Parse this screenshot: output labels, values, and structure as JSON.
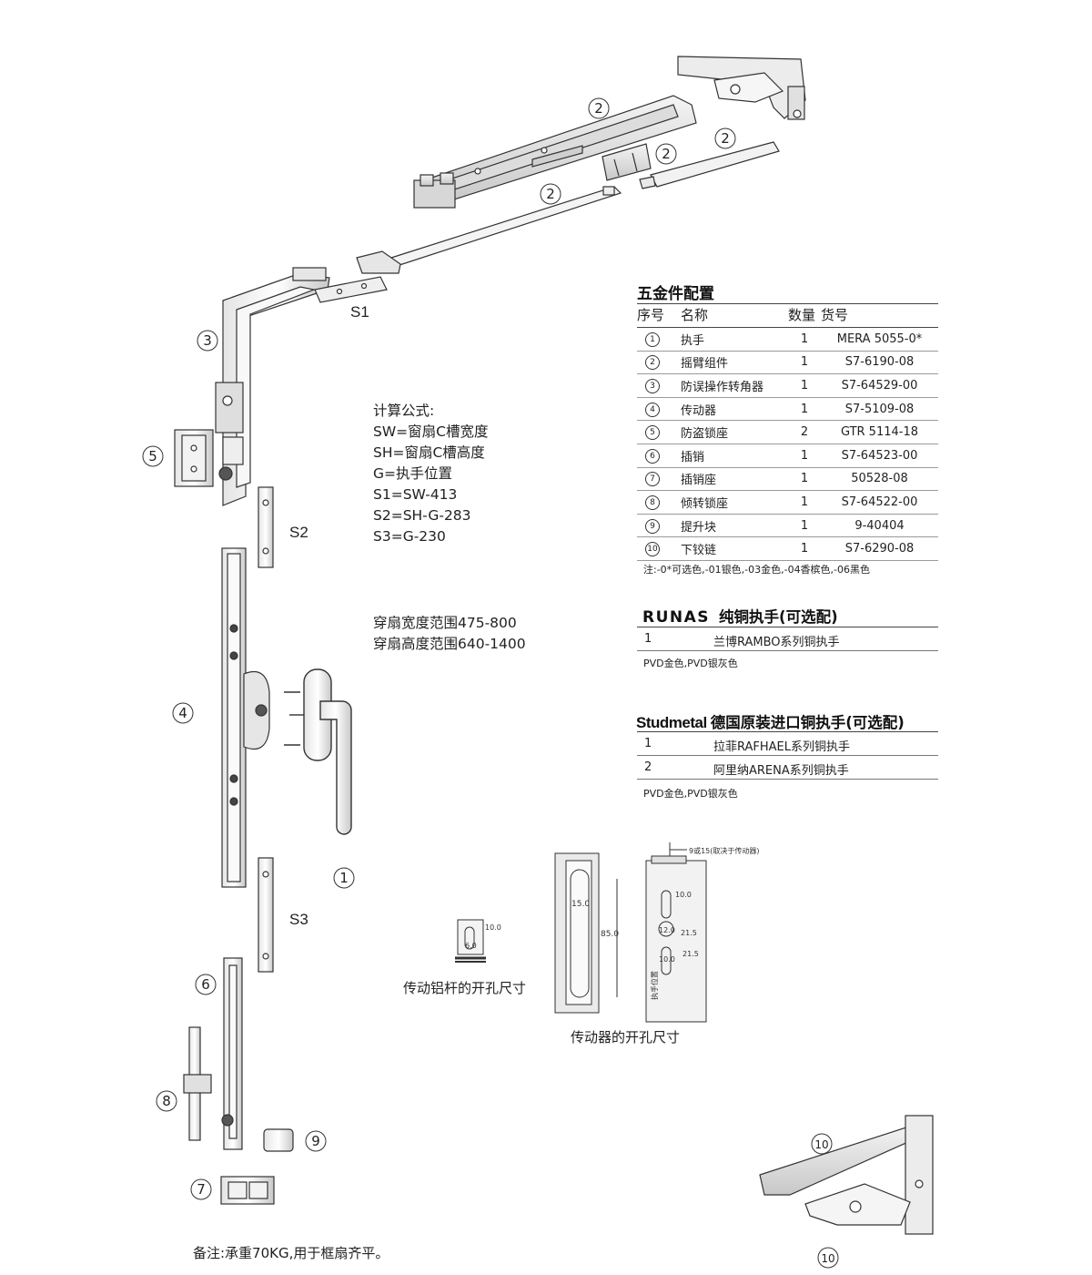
{
  "callouts": {
    "c1": "1",
    "c2": "2",
    "c3": "3",
    "c4": "4",
    "c5": "5",
    "c6": "6",
    "c7": "7",
    "c8": "8",
    "c9": "9",
    "c10": "10"
  },
  "labels": {
    "s1": "S1",
    "s2": "S2",
    "s3": "S3"
  },
  "formula": {
    "title": "计算公式:",
    "lines": [
      "SW=窗扇C槽宽度",
      "SH=窗扇C槽高度",
      "G=执手位置",
      "S1=SW-413",
      "S2=SH-G-283",
      "S3=G-230"
    ]
  },
  "range": {
    "width": "穿扇宽度范围475-800",
    "height": "穿扇高度范围640-1400"
  },
  "hardware_table": {
    "title": "五金件配置",
    "headers": {
      "index": "序号",
      "name": "名称",
      "qty": "数量",
      "code": "货号"
    },
    "rows": [
      {
        "index": "1",
        "name": "执手",
        "qty": "1",
        "code": "MERA 5055-0*"
      },
      {
        "index": "2",
        "name": "摇臂组件",
        "qty": "1",
        "code": "S7-6190-08"
      },
      {
        "index": "3",
        "name": "防误操作转角器",
        "qty": "1",
        "code": "S7-64529-00"
      },
      {
        "index": "4",
        "name": "传动器",
        "qty": "1",
        "code": "S7-5109-08"
      },
      {
        "index": "5",
        "name": "防盗锁座",
        "qty": "2",
        "code": "GTR 5114-18"
      },
      {
        "index": "6",
        "name": "插销",
        "qty": "1",
        "code": "S7-64523-00"
      },
      {
        "index": "7",
        "name": "插销座",
        "qty": "1",
        "code": "50528-08"
      },
      {
        "index": "8",
        "name": "倾转锁座",
        "qty": "1",
        "code": "S7-64522-00"
      },
      {
        "index": "9",
        "name": "提升块",
        "qty": "1",
        "code": "9-40404"
      },
      {
        "index": "10",
        "name": "下铰链",
        "qty": "1",
        "code": "S7-6290-08"
      }
    ],
    "note": "注:-0*可选色,-01银色,-03金色,-04香槟色,-06黑色"
  },
  "runas": {
    "brand": "RUNAS",
    "heading": "纯铜执手(可选配)",
    "items": [
      {
        "n": "1",
        "text": "兰博RAMBO系列铜执手"
      }
    ],
    "finish": "PVD金色,PVD银灰色"
  },
  "studmetal": {
    "brand_a": "Stud",
    "brand_b": "metal",
    "heading": "德国原装进口铜执手(可选配)",
    "items": [
      {
        "n": "1",
        "text": "拉菲RAFHAEL系列铜执手"
      },
      {
        "n": "2",
        "text": "阿里纳ARENA系列铜执手"
      }
    ],
    "finish": "PVD金色,PVD银灰色"
  },
  "dims": {
    "rod_w": "10.0",
    "rod_h": "6.0",
    "gear_side": "15.0",
    "gear_h": "85.0",
    "gear_top": "9或15(取决于传动器)",
    "g1": "10.0",
    "g2": "12.0",
    "g3": "21.5",
    "g4": "21.5",
    "g5": "10.0",
    "g_side": "执手位置"
  },
  "captions": {
    "rod": "传动铝杆的开孔尺寸",
    "gear": "传动器的开孔尺寸"
  },
  "remark": "备注:承重70KG,用于框扇齐平。"
}
